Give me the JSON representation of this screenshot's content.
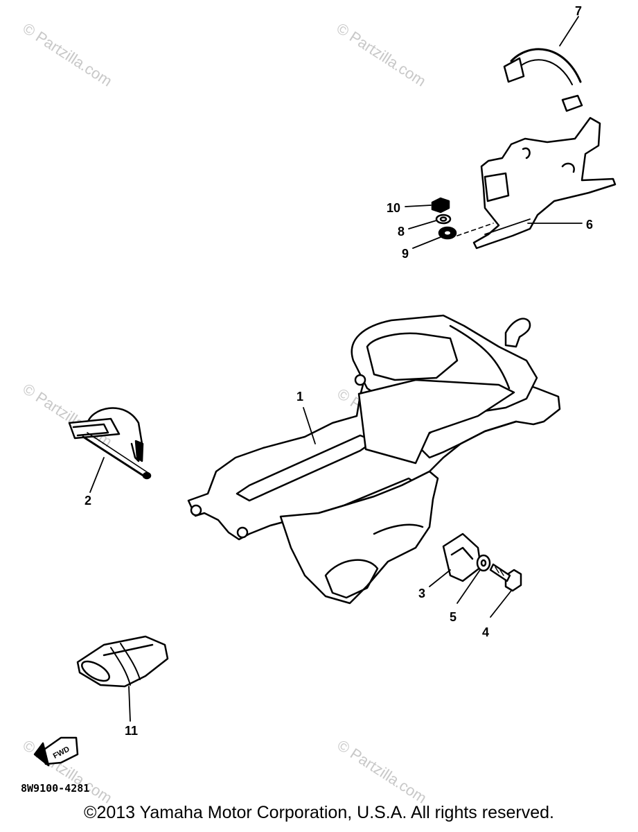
{
  "diagram": {
    "callouts": [
      "1",
      "2",
      "3",
      "4",
      "5",
      "6",
      "7",
      "8",
      "9",
      "10",
      "11"
    ],
    "fwd_label": "FWD",
    "part_code": "8W9100-4281",
    "copyright": "©2013 Yamaha Motor Corporation, U.S.A. All rights reserved.",
    "watermark": "© Partzilla.com"
  }
}
